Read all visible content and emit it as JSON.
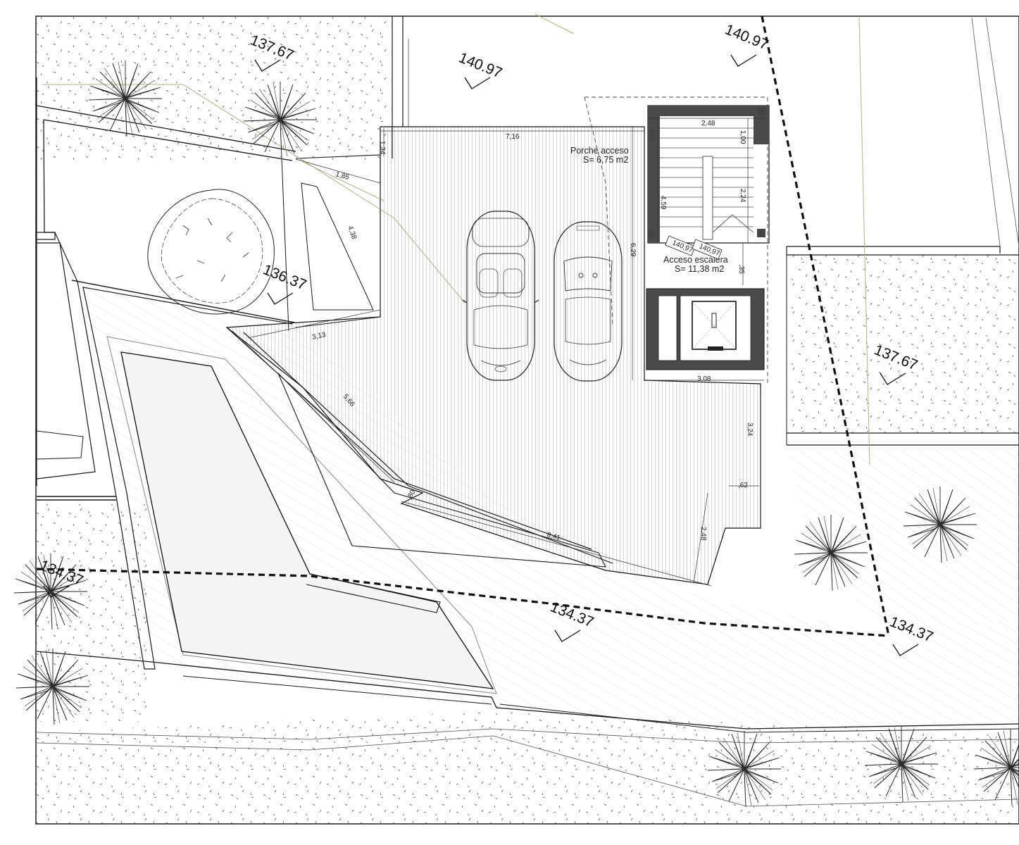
{
  "levels": {
    "l1": "137.67",
    "l2": "140.97",
    "l3": "140.97",
    "l4": "136.37",
    "l5": "137.67",
    "l6": "134.37",
    "l7": "134.37",
    "l8": "134.37"
  },
  "rooms": {
    "porche_name": "Porche acceso",
    "porche_area": "S= 6,75 m2",
    "escalera_name": "Acceso escalera",
    "escalera_area": "S= 11,38 m2",
    "tag1": "140,97",
    "tag2": "140,97"
  },
  "dimensions": {
    "d_716": "7,16",
    "d_124": "1,24",
    "d_185": "1,85",
    "d_438": "4,38",
    "d_313": "3,13",
    "d_566": "5,66",
    "d_080": ",80",
    "d_841": "8,41",
    "d_629": "6,29",
    "d_248a": "2,48",
    "d_100": "1,00",
    "d_224": "2,24",
    "d_459": "4,59",
    "d_035": ",35",
    "d_308": "3,08",
    "d_324": "3,24",
    "d_062": ",62",
    "d_248b": "2,48"
  },
  "colors": {
    "line": "#1a1a1a",
    "pool_fill": "#f4f4f4",
    "wall_fill": "#4a4a4a",
    "accent_line": "#b5ad86"
  }
}
